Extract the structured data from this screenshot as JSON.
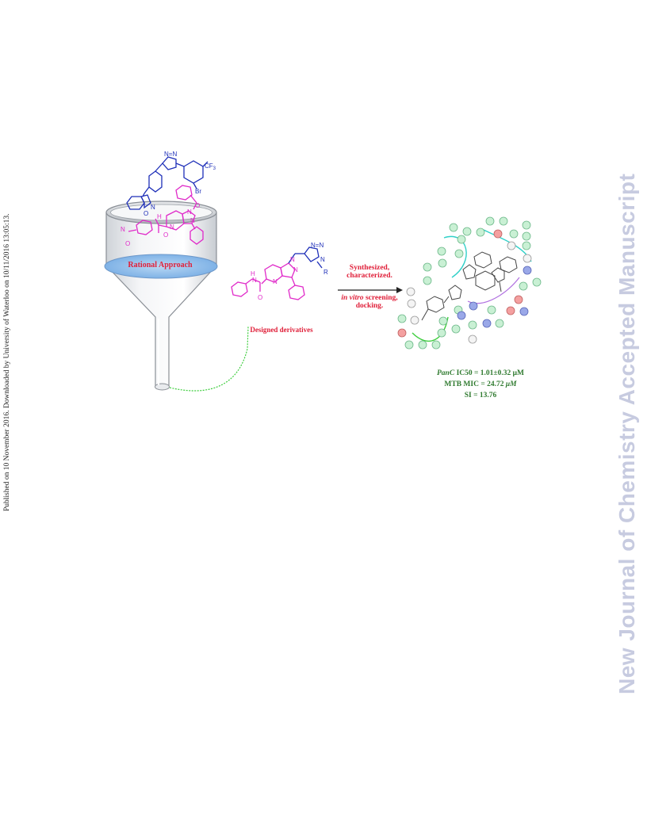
{
  "margin_note": "Published on 10 November 2016. Downloaded by University of Waterloo on 10/11/2016 13:05:13.",
  "watermark": "New Journal of Chemistry Accepted Manuscript",
  "figure": {
    "funnel_label": "Rational Approach",
    "designed_label": "Designed derivatives",
    "arrow_above_1": "Synthesized,",
    "arrow_above_2": "characterized.",
    "arrow_below_1_italic": "in vitro",
    "arrow_below_1_rest": " screening,",
    "arrow_below_2": "docking.",
    "result_1_italic": "PanC",
    "result_1_rest": " IC50 = 1.01±0.32 μM",
    "result_2_pre": "MTB MIC = 24.72 ",
    "result_2_unit": "μM",
    "result_3": "SI = 13.76",
    "atom_labels": {
      "cf3": "CF",
      "cf3_sub": "3",
      "br": "Br",
      "n": "N",
      "o": "O",
      "h": "H",
      "nh": "H",
      "r": "R",
      "nn": "N=N",
      "no2": "O",
      "n_plus": "N"
    }
  }
}
